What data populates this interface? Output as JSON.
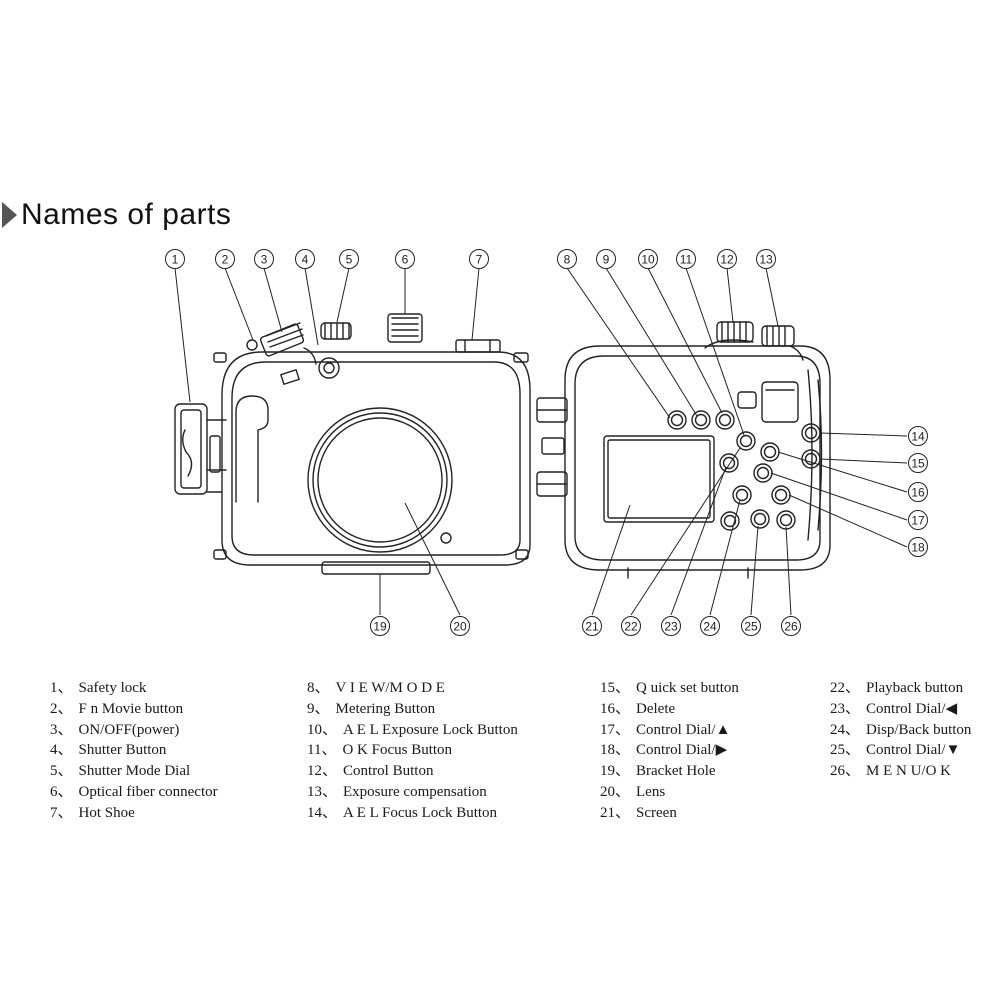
{
  "title": "Names of parts",
  "callouts": [
    "1",
    "2",
    "3",
    "4",
    "5",
    "6",
    "7",
    "8",
    "9",
    "10",
    "11",
    "12",
    "13",
    "14",
    "15",
    "16",
    "17",
    "18",
    "19",
    "20",
    "21",
    "22",
    "23",
    "24",
    "25",
    "26"
  ],
  "legend": {
    "col1": [
      {
        "num": "1、",
        "label": "Safety lock"
      },
      {
        "num": "2、",
        "label": "F n Movie button"
      },
      {
        "num": "3、",
        "label": "ON/OFF(power)"
      },
      {
        "num": "4、",
        "label": "Shutter Button"
      },
      {
        "num": "5、",
        "label": "Shutter Mode Dial"
      },
      {
        "num": "6、",
        "label": "Optical fiber connector"
      },
      {
        "num": "7、",
        "label": "Hot Shoe"
      }
    ],
    "col2": [
      {
        "num": "8、",
        "label": "V I E W/M O D E"
      },
      {
        "num": "9、",
        "label": "Metering Button"
      },
      {
        "num": "10、",
        "label": "A E L Exposure Lock Button"
      },
      {
        "num": "11、",
        "label": "O K Focus Button"
      },
      {
        "num": "12、",
        "label": "Control Button"
      },
      {
        "num": "13、",
        "label": "Exposure compensation"
      },
      {
        "num": "14、",
        "label": "A E L Focus Lock Button"
      }
    ],
    "col3": [
      {
        "num": "15、",
        "label": "Q uick set button"
      },
      {
        "num": "16、",
        "label": "Delete"
      },
      {
        "num": "17、",
        "label": "Control Dial/▲"
      },
      {
        "num": "18、",
        "label": "Control Dial/▶"
      },
      {
        "num": "19、",
        "label": "Bracket Hole"
      },
      {
        "num": "20、",
        "label": "Lens"
      },
      {
        "num": "21、",
        "label": "Screen"
      }
    ],
    "col4": [
      {
        "num": "22、",
        "label": "Playback button"
      },
      {
        "num": "23、",
        "label": "Control Dial/◀"
      },
      {
        "num": "24、",
        "label": "Disp/Back button"
      },
      {
        "num": "25、",
        "label": "Control Dial/▼"
      },
      {
        "num": "26、",
        "label": "M E N U/O K"
      }
    ]
  }
}
